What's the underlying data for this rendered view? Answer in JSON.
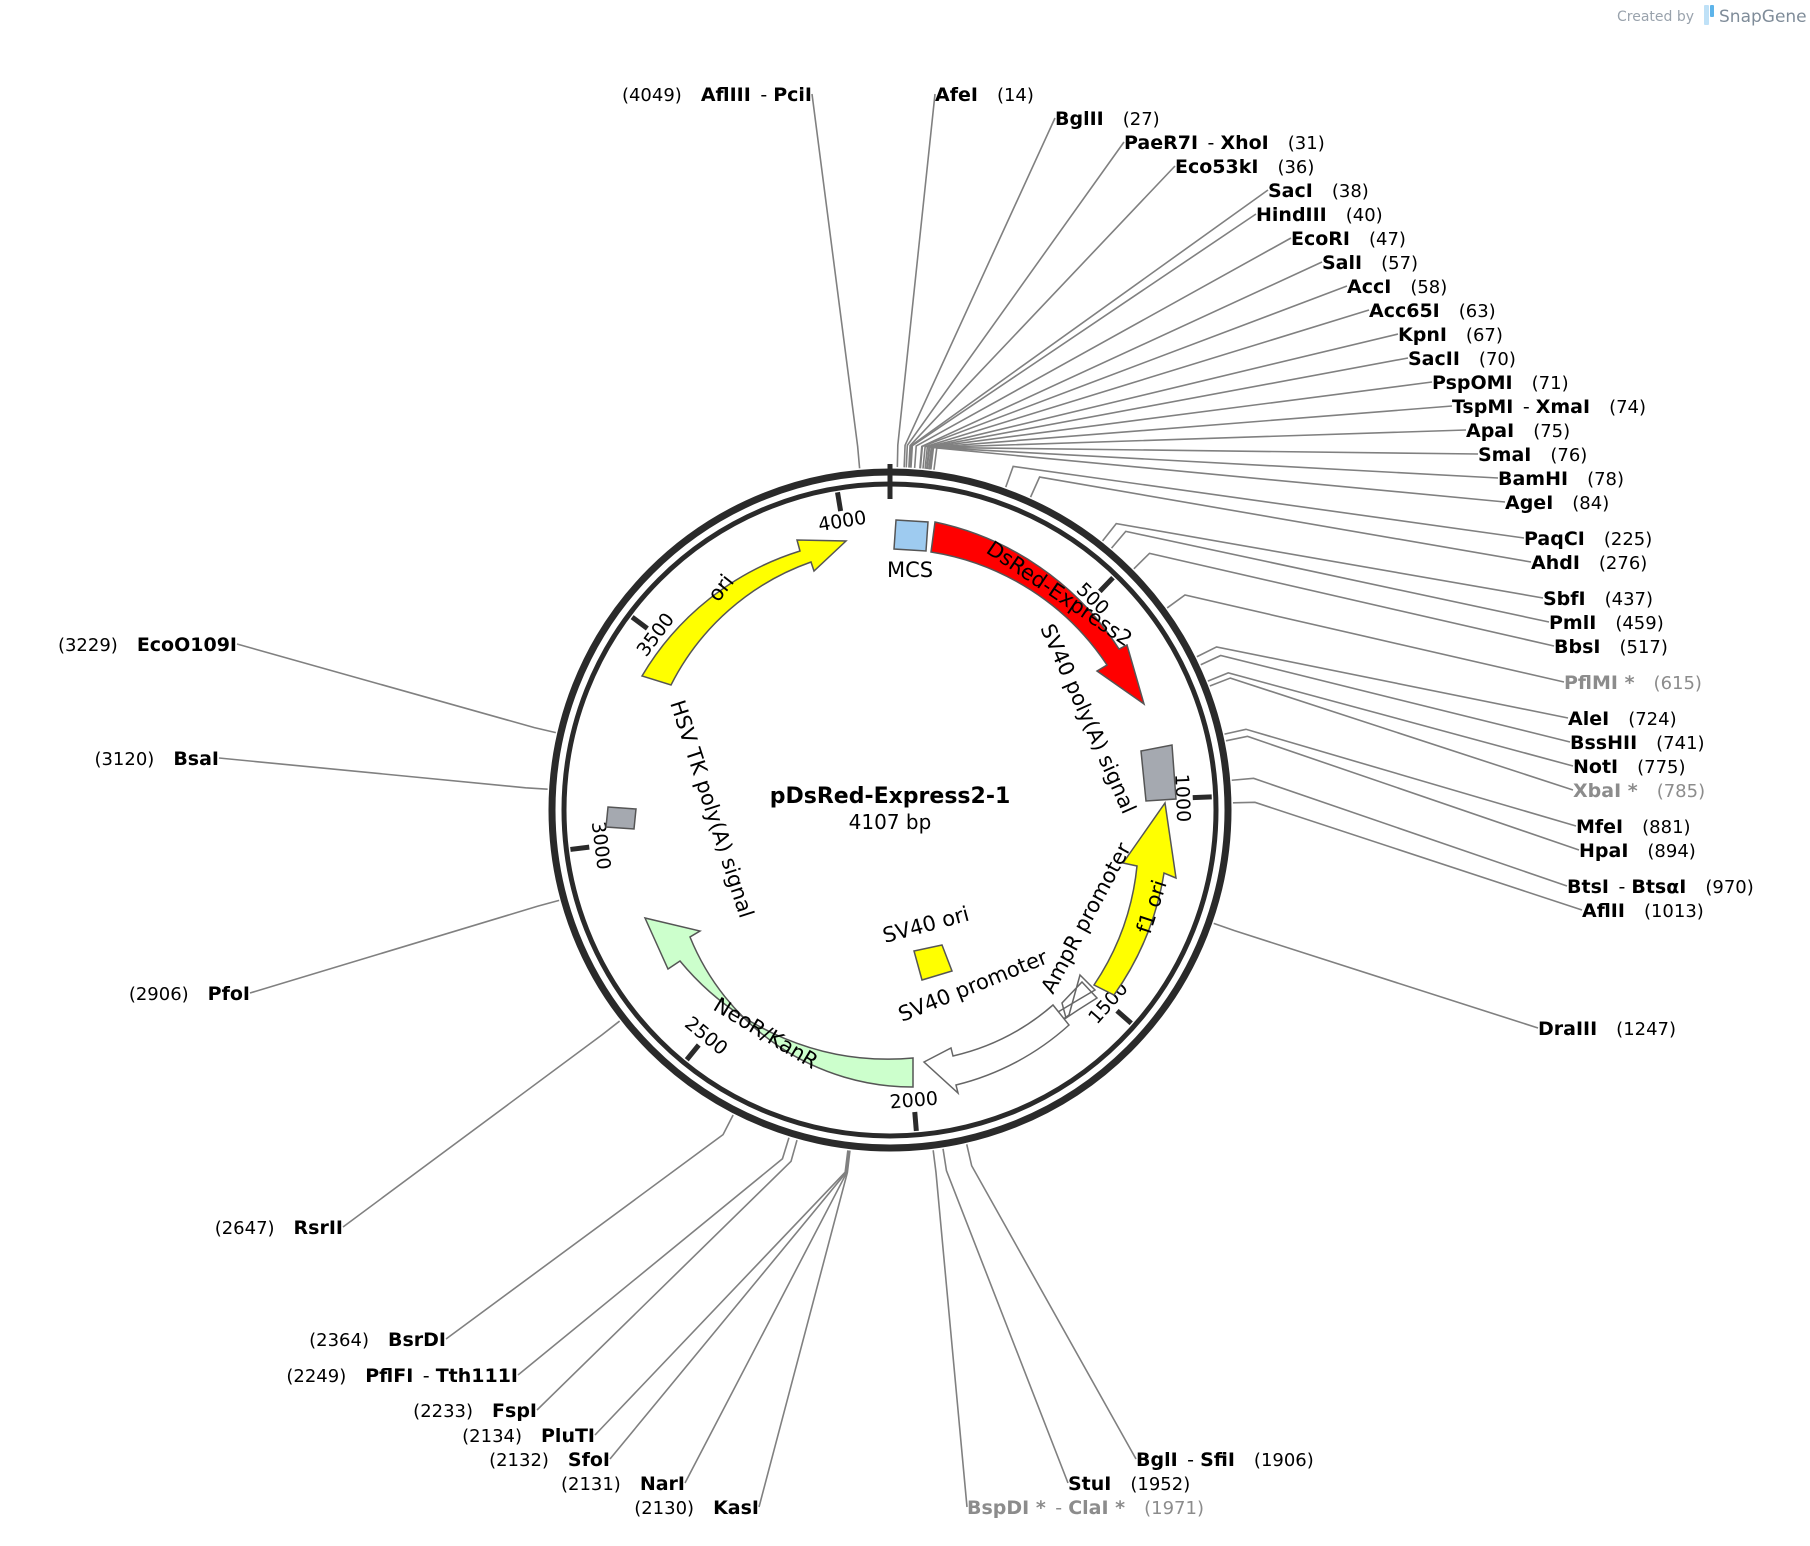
{
  "credit": {
    "prefix": "Created by",
    "brand": "SnapGene"
  },
  "plasmid": {
    "name": "pDsRed-Express2-1",
    "size": "4107 bp",
    "length": 4107
  },
  "ticks": [
    {
      "pos": 500,
      "label": "500"
    },
    {
      "pos": 1000,
      "label": "1000"
    },
    {
      "pos": 1500,
      "label": "1500"
    },
    {
      "pos": 2000,
      "label": "2000"
    },
    {
      "pos": 2500,
      "label": "2500"
    },
    {
      "pos": 3000,
      "label": "3000"
    },
    {
      "pos": 3500,
      "label": "3500"
    },
    {
      "pos": 4000,
      "label": "4000"
    }
  ],
  "features": [
    {
      "name": "MCS",
      "color": "#9ecbf0"
    },
    {
      "name": "DsRed-Express2",
      "color": "#ff0000"
    },
    {
      "name": "SV40 poly(A) signal",
      "color": "#a5a9b0"
    },
    {
      "name": "f1 ori",
      "color": "#ffff00"
    },
    {
      "name": "AmpR promoter",
      "color": "#ffffff"
    },
    {
      "name": "SV40 promoter",
      "color": "#ffffff"
    },
    {
      "name": "SV40 ori",
      "color": "#ffff00"
    },
    {
      "name": "NeoR/KanR",
      "color": "#ccffcc"
    },
    {
      "name": "HSV TK poly(A) signal",
      "color": "#a5a9b0"
    },
    {
      "name": "ori",
      "color": "#ffff00"
    }
  ],
  "sites": [
    {
      "pos": 4049,
      "label": "(4049)",
      "enzymes": [
        "AflIII",
        "PciI"
      ],
      "side": "left"
    },
    {
      "pos": 14,
      "label": "(14)",
      "enzymes": [
        "AfeI"
      ]
    },
    {
      "pos": 27,
      "label": "(27)",
      "enzymes": [
        "BglII"
      ]
    },
    {
      "pos": 31,
      "label": "(31)",
      "enzymes": [
        "PaeR7I",
        "XhoI"
      ]
    },
    {
      "pos": 36,
      "label": "(36)",
      "enzymes": [
        "Eco53kI"
      ]
    },
    {
      "pos": 38,
      "label": "(38)",
      "enzymes": [
        "SacI"
      ]
    },
    {
      "pos": 40,
      "label": "(40)",
      "enzymes": [
        "HindIII"
      ]
    },
    {
      "pos": 47,
      "label": "(47)",
      "enzymes": [
        "EcoRI"
      ]
    },
    {
      "pos": 57,
      "label": "(57)",
      "enzymes": [
        "SalI"
      ]
    },
    {
      "pos": 58,
      "label": "(58)",
      "enzymes": [
        "AccI"
      ]
    },
    {
      "pos": 63,
      "label": "(63)",
      "enzymes": [
        "Acc65I"
      ]
    },
    {
      "pos": 67,
      "label": "(67)",
      "enzymes": [
        "KpnI"
      ]
    },
    {
      "pos": 70,
      "label": "(70)",
      "enzymes": [
        "SacII"
      ]
    },
    {
      "pos": 71,
      "label": "(71)",
      "enzymes": [
        "PspOMI"
      ]
    },
    {
      "pos": 74,
      "label": "(74)",
      "enzymes": [
        "TspMI",
        "XmaI"
      ]
    },
    {
      "pos": 75,
      "label": "(75)",
      "enzymes": [
        "ApaI"
      ]
    },
    {
      "pos": 76,
      "label": "(76)",
      "enzymes": [
        "SmaI"
      ]
    },
    {
      "pos": 78,
      "label": "(78)",
      "enzymes": [
        "BamHI"
      ]
    },
    {
      "pos": 84,
      "label": "(84)",
      "enzymes": [
        "AgeI"
      ]
    },
    {
      "pos": 225,
      "label": "(225)",
      "enzymes": [
        "PaqCI"
      ]
    },
    {
      "pos": 276,
      "label": "(276)",
      "enzymes": [
        "AhdI"
      ]
    },
    {
      "pos": 437,
      "label": "(437)",
      "enzymes": [
        "SbfI"
      ]
    },
    {
      "pos": 459,
      "label": "(459)",
      "enzymes": [
        "PmlI"
      ]
    },
    {
      "pos": 517,
      "label": "(517)",
      "enzymes": [
        "BbsI"
      ]
    },
    {
      "pos": 615,
      "label": "(615)",
      "enzymes": [
        "PflMI *"
      ],
      "grey": true
    },
    {
      "pos": 724,
      "label": "(724)",
      "enzymes": [
        "AleI"
      ]
    },
    {
      "pos": 741,
      "label": "(741)",
      "enzymes": [
        "BssHII"
      ]
    },
    {
      "pos": 775,
      "label": "(775)",
      "enzymes": [
        "NotI"
      ]
    },
    {
      "pos": 785,
      "label": "(785)",
      "enzymes": [
        "XbaI *"
      ],
      "grey": true
    },
    {
      "pos": 881,
      "label": "(881)",
      "enzymes": [
        "MfeI"
      ]
    },
    {
      "pos": 894,
      "label": "(894)",
      "enzymes": [
        "HpaI"
      ]
    },
    {
      "pos": 970,
      "label": "(970)",
      "enzymes": [
        "BtsI",
        "BtsαI"
      ]
    },
    {
      "pos": 1013,
      "label": "(1013)",
      "enzymes": [
        "AflII"
      ]
    },
    {
      "pos": 1247,
      "label": "(1247)",
      "enzymes": [
        "DraIII"
      ]
    },
    {
      "pos": 1906,
      "label": "(1906)",
      "enzymes": [
        "BglI",
        "SfiI"
      ]
    },
    {
      "pos": 1952,
      "label": "(1952)",
      "enzymes": [
        "StuI"
      ]
    },
    {
      "pos": 1971,
      "label": "(1971)",
      "enzymes": [
        "BspDI *",
        "ClaI *"
      ],
      "grey": true
    },
    {
      "pos": 2130,
      "label": "(2130)",
      "enzymes": [
        "KasI"
      ],
      "side": "left"
    },
    {
      "pos": 2131,
      "label": "(2131)",
      "enzymes": [
        "NarI"
      ],
      "side": "left"
    },
    {
      "pos": 2132,
      "label": "(2132)",
      "enzymes": [
        "SfoI"
      ],
      "side": "left"
    },
    {
      "pos": 2134,
      "label": "(2134)",
      "enzymes": [
        "PluTI"
      ],
      "side": "left"
    },
    {
      "pos": 2233,
      "label": "(2233)",
      "enzymes": [
        "FspI"
      ],
      "side": "left"
    },
    {
      "pos": 2249,
      "label": "(2249)",
      "enzymes": [
        "PflFI",
        "Tth111I"
      ],
      "side": "left"
    },
    {
      "pos": 2364,
      "label": "(2364)",
      "enzymes": [
        "BsrDI"
      ],
      "side": "left"
    },
    {
      "pos": 2647,
      "label": "(2647)",
      "enzymes": [
        "RsrII"
      ],
      "side": "left"
    },
    {
      "pos": 2906,
      "label": "(2906)",
      "enzymes": [
        "PfoI"
      ],
      "side": "left"
    },
    {
      "pos": 3120,
      "label": "(3120)",
      "enzymes": [
        "BsaI"
      ],
      "side": "left"
    },
    {
      "pos": 3229,
      "label": "(3229)",
      "enzymes": [
        "EcoO109I"
      ],
      "side": "left"
    }
  ]
}
